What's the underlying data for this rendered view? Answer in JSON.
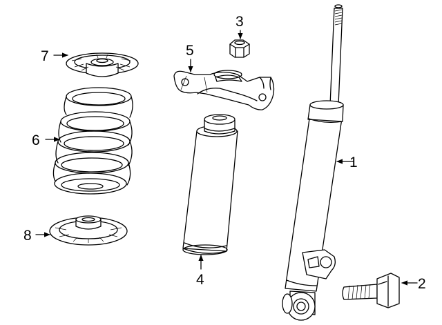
{
  "diagram": {
    "callouts": [
      {
        "id": "1",
        "label": "1"
      },
      {
        "id": "2",
        "label": "2"
      },
      {
        "id": "3",
        "label": "3"
      },
      {
        "id": "4",
        "label": "4"
      },
      {
        "id": "5",
        "label": "5"
      },
      {
        "id": "6",
        "label": "6"
      },
      {
        "id": "7",
        "label": "7"
      },
      {
        "id": "8",
        "label": "8"
      }
    ],
    "parts": {
      "1": "shock-absorber",
      "2": "bolt",
      "3": "nut",
      "4": "dust-boot",
      "5": "upper-mount-bracket",
      "6": "coil-spring",
      "7": "upper-spring-insulator",
      "8": "lower-spring-insulator"
    }
  }
}
